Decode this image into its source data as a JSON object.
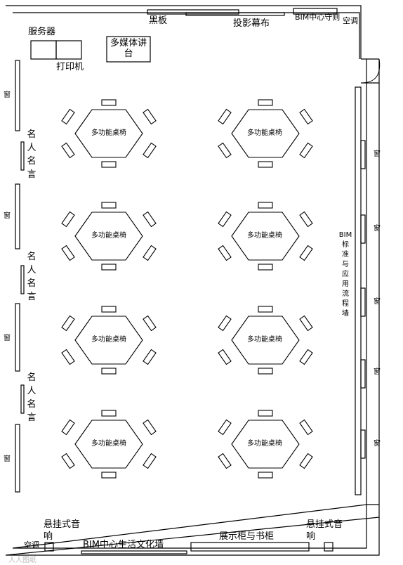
{
  "labels": {
    "blackboard": "黑板",
    "projector_screen": "投影幕布",
    "bim_keeper": "BIM中心守则",
    "ac_top": "空调",
    "ac_bottom": "空调",
    "server": "服务器",
    "printer": "打印机",
    "podium": "多媒体讲台",
    "quotes": "名人名言",
    "window": "窗",
    "table": "多功能桌椅",
    "bim_standard_wall": "BIM标准与应用流程墙",
    "hanging_speaker": "悬挂式音响",
    "culture_wall": "BIM中心生活文化墙",
    "display_cabinet": "展示柜与书柜",
    "watermark": "人人图纸"
  }
}
